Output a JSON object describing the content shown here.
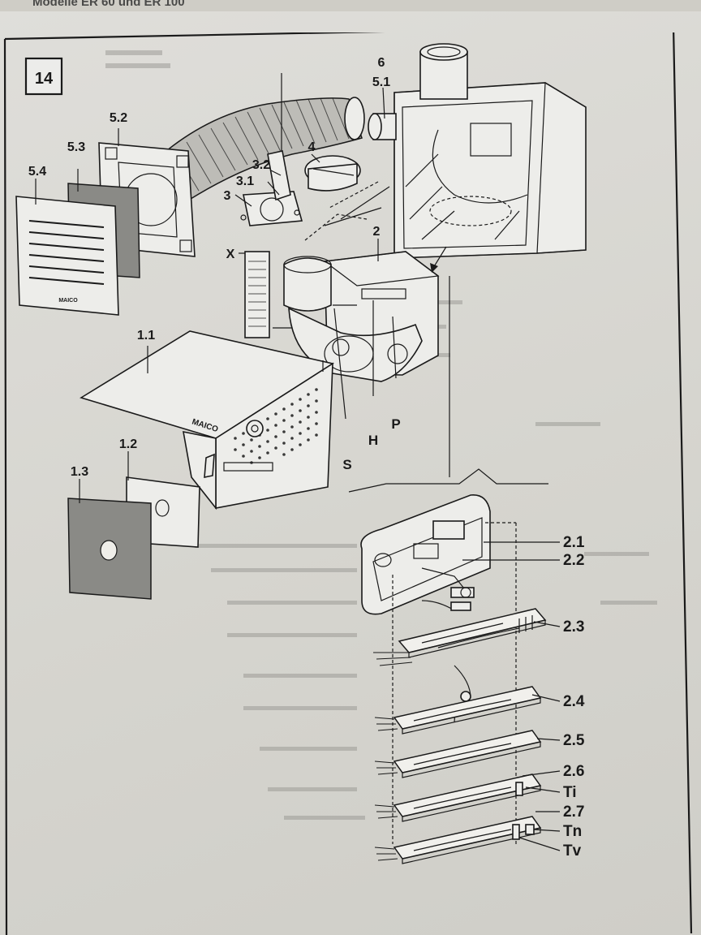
{
  "page": {
    "top_heading": "Modelle ER 60 und ER 100",
    "figure_number": "14"
  },
  "housing_labels": {
    "grille_cover": "5.4",
    "filter_mat_front": "5.3",
    "mounting_frame": "5.2",
    "inner_housing_ring": "5.1",
    "connection_socket": "6",
    "bracket_part_3": "3",
    "bracket_part_3_1": "3.1",
    "bracket_part_3_2": "3.2",
    "flap_valve": "4",
    "fan_unit": "2",
    "rating_plate": "X"
  },
  "cover_labels": {
    "front_cover": "1.1",
    "filter_sheet": "1.2",
    "filter_mat": "1.3",
    "brand_text": "MAICO",
    "grille_brand": "MAICO",
    "marker_S": "S",
    "marker_H": "H",
    "marker_P": "P"
  },
  "pcb_labels": {
    "pcb_2_1": "2.1",
    "pcb_2_2": "2.2",
    "pcb_2_3": "2.3",
    "pcb_2_4": "2.4",
    "pcb_2_5": "2.5",
    "pcb_2_6": "2.6",
    "pcb_Ti": "Ti",
    "pcb_2_7": "2.7",
    "pcb_Tn": "Tn",
    "pcb_Tv": "Tv"
  }
}
